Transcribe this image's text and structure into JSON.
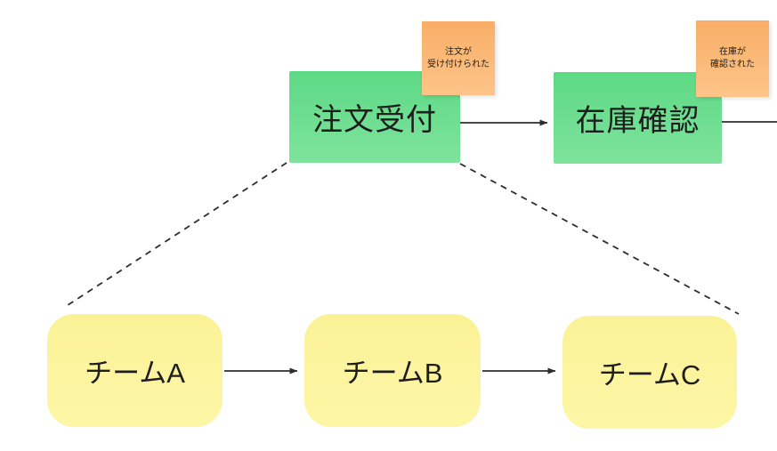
{
  "diagram": {
    "process_nodes": [
      {
        "id": "order-intake",
        "label": "注文受付"
      },
      {
        "id": "stock-check",
        "label": "在庫確認"
      }
    ],
    "sticky_notes": [
      {
        "id": "order-received-note",
        "line1": "注文が",
        "line2": "受け付けられた"
      },
      {
        "id": "stock-confirmed-note",
        "line1": "在庫が",
        "line2": "確認された"
      }
    ],
    "team_nodes": [
      {
        "id": "team-a",
        "label": "チームA"
      },
      {
        "id": "team-b",
        "label": "チームB"
      },
      {
        "id": "team-c",
        "label": "チームC"
      }
    ],
    "connectors": [
      {
        "id": "order-to-stock",
        "style": "solid-arrow"
      },
      {
        "id": "stock-outgoing",
        "style": "solid-line"
      },
      {
        "id": "team-a-to-b",
        "style": "solid-arrow"
      },
      {
        "id": "team-b-to-c",
        "style": "solid-arrow"
      },
      {
        "id": "order-to-team-a",
        "style": "dashed"
      },
      {
        "id": "order-to-team-c",
        "style": "dashed"
      }
    ],
    "colors": {
      "process_fill_top": "#5dd985",
      "process_fill_bottom": "#7fe39d",
      "sticky_fill_top": "#f8ae66",
      "sticky_fill_bottom": "#fdc489",
      "team_fill": "#fcf49d",
      "connector": "#2d2d2d",
      "text": "#1e1e1e",
      "background": "#ffffff"
    }
  }
}
